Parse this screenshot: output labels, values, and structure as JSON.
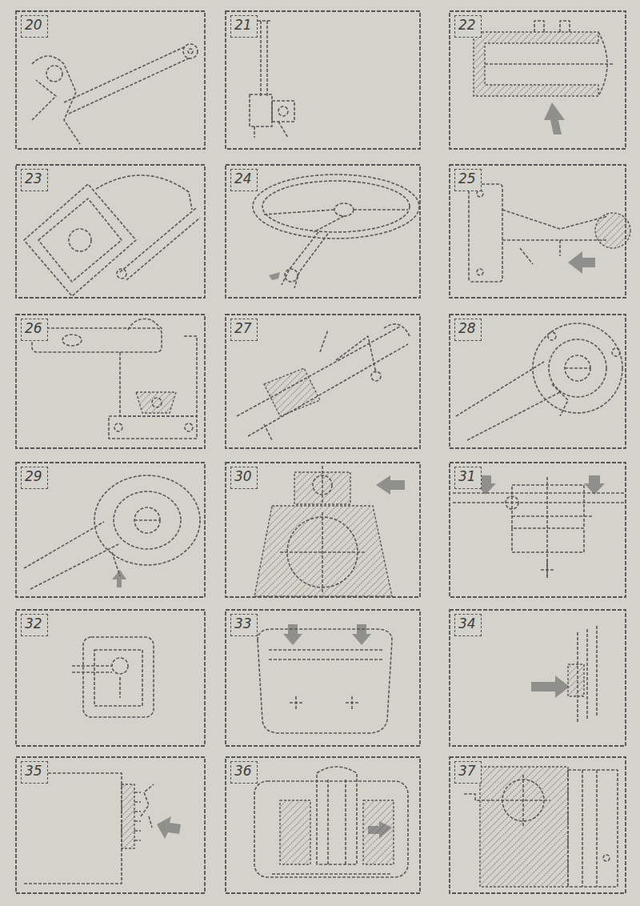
{
  "diagram": {
    "nodes": [
      {
        "text": [
          "20"
        ]
      },
      {
        "text": [
          "21"
        ]
      },
      {
        "text": [
          "22"
        ]
      },
      {
        "text": [
          "23"
        ]
      },
      {
        "text": [
          "24"
        ]
      },
      {
        "text": [
          "25"
        ]
      },
      {
        "text": [
          "26"
        ]
      },
      {
        "text": [
          "27"
        ]
      },
      {
        "text": [
          "28"
        ]
      },
      {
        "text": [
          "29"
        ]
      },
      {
        "text": [
          "30"
        ]
      },
      {
        "text": [
          "31"
        ]
      },
      {
        "text": [
          "32"
        ]
      },
      {
        "text": [
          "33"
        ]
      },
      {
        "text": [
          "34"
        ]
      },
      {
        "text": [
          "35"
        ]
      },
      {
        "text": [
          "36"
        ]
      },
      {
        "text": [
          "37"
        ]
      }
    ]
  }
}
